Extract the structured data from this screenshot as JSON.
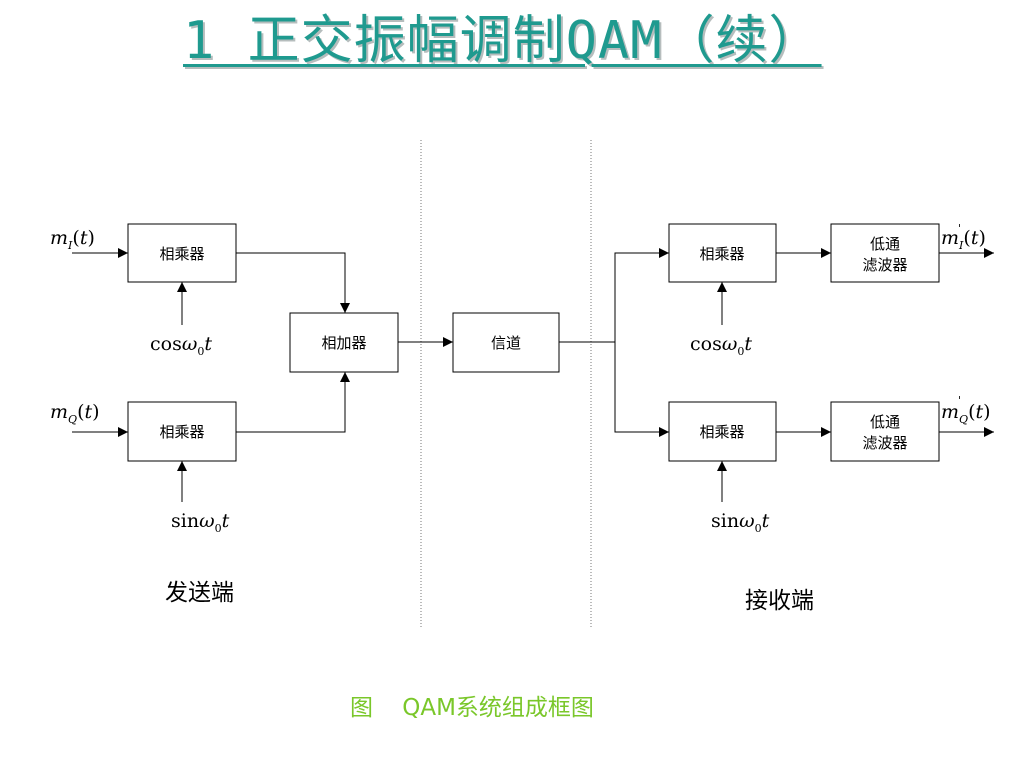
{
  "slide": {
    "title": "1 正交振幅调制QAM（续）"
  },
  "diagram": {
    "boxes": {
      "tx_mult_i": "相乘器",
      "tx_mult_q": "相乘器",
      "adder": "相加器",
      "channel": "信道",
      "rx_mult_i": "相乘器",
      "rx_mult_q": "相乘器",
      "lpf_i_line1": "低通",
      "lpf_i_line2": "滤波器",
      "lpf_q_line1": "低通",
      "lpf_q_line2": "滤波器"
    },
    "signals": {
      "m_sym": "m",
      "t_sym": "t",
      "sub_i": "I",
      "sub_q": "Q",
      "lparen": "(",
      "rparen": ")",
      "prime": "'",
      "cos": "cos",
      "sin": "sin",
      "omega": "ω",
      "sub_zero": "0"
    },
    "labels": {
      "transmit_side": "发送端",
      "receive_side": "接收端"
    },
    "caption": "图    QAM系统组成框图"
  }
}
